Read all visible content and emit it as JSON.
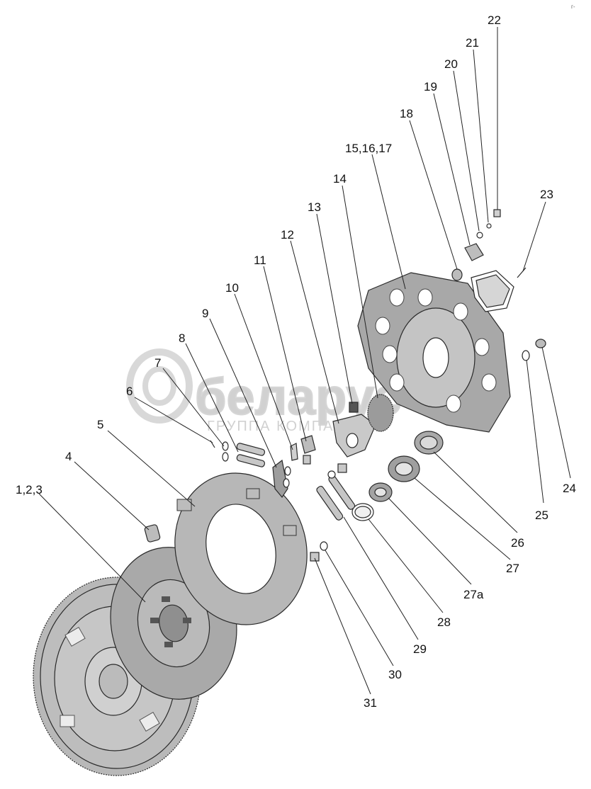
{
  "watermark": {
    "brand": "беларус",
    "subtitle": "ГРУППА КОМПАНИЙ"
  },
  "corner_mark": "г-",
  "callouts": [
    {
      "id": "c-1-2-3",
      "text": "1,2,3"
    },
    {
      "id": "c-4",
      "text": "4"
    },
    {
      "id": "c-5",
      "text": "5"
    },
    {
      "id": "c-6",
      "text": "6"
    },
    {
      "id": "c-7",
      "text": "7"
    },
    {
      "id": "c-8",
      "text": "8"
    },
    {
      "id": "c-9",
      "text": "9"
    },
    {
      "id": "c-10",
      "text": "10"
    },
    {
      "id": "c-11",
      "text": "11"
    },
    {
      "id": "c-12",
      "text": "12"
    },
    {
      "id": "c-13",
      "text": "13"
    },
    {
      "id": "c-14",
      "text": "14"
    },
    {
      "id": "c-15-16-17",
      "text": "15,16,17"
    },
    {
      "id": "c-18",
      "text": "18"
    },
    {
      "id": "c-19",
      "text": "19"
    },
    {
      "id": "c-20",
      "text": "20"
    },
    {
      "id": "c-21",
      "text": "21"
    },
    {
      "id": "c-22",
      "text": "22"
    },
    {
      "id": "c-23",
      "text": "23"
    },
    {
      "id": "c-24",
      "text": "24"
    },
    {
      "id": "c-25",
      "text": "25"
    },
    {
      "id": "c-26",
      "text": "26"
    },
    {
      "id": "c-27",
      "text": "27"
    },
    {
      "id": "c-27a",
      "text": "27а"
    },
    {
      "id": "c-28",
      "text": "28"
    },
    {
      "id": "c-29",
      "text": "29"
    },
    {
      "id": "c-30",
      "text": "30"
    },
    {
      "id": "c-31",
      "text": "31"
    }
  ]
}
